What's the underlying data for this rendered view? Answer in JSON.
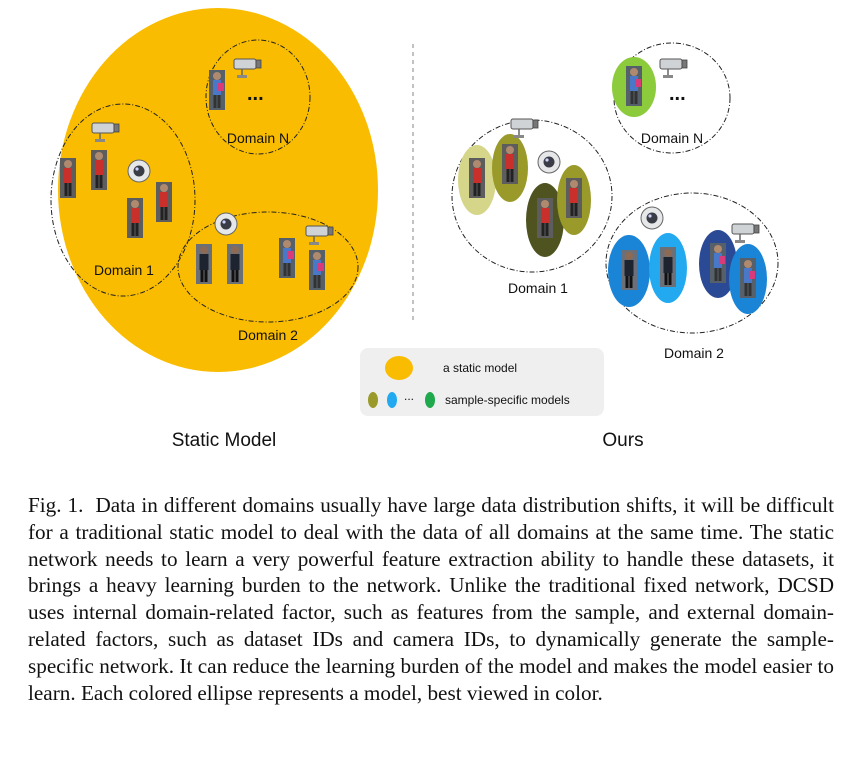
{
  "figure": {
    "left_panel": {
      "title": "Static Model",
      "domain_labels": [
        "Domain N",
        "Domain 1",
        "Domain 2"
      ],
      "ellipsis": "..."
    },
    "right_panel": {
      "title": "Ours",
      "domain_labels": [
        "Domain N",
        "Domain 1",
        "Domain 2"
      ],
      "ellipsis": "..."
    },
    "legend": {
      "static_label": "a static model",
      "specific_label": "sample-specific models",
      "ellipsis": "..."
    },
    "colors": {
      "static": "#F9BC00",
      "olive": "#9A9A2A",
      "light_olive": "#D6D68A",
      "dark_olive": "#4E5320",
      "lime": "#8CCB3C",
      "blue": "#1A84D6",
      "sky": "#22A9F0",
      "navy": "#2B4A95",
      "green": "#1FA84C",
      "legend_bg": "#EFEFEF"
    }
  },
  "caption": {
    "label": "Fig. 1.",
    "text": "Data in different domains usually have large data distribution shifts, it will be difficult for a traditional static model to deal with the data of all domains at the same time. The static network needs to learn a very powerful feature extraction ability to handle these datasets, it brings a heavy learning burden to the network. Unlike the traditional fixed network, DCSD uses internal domain-related factor, such as features from the sample, and external domain-related factors, such as dataset IDs and camera IDs, to dynamically generate the sample-specific network. It can reduce the learning burden of the model and makes the model easier to learn. Each colored ellipse represents a model, best viewed in color."
  }
}
